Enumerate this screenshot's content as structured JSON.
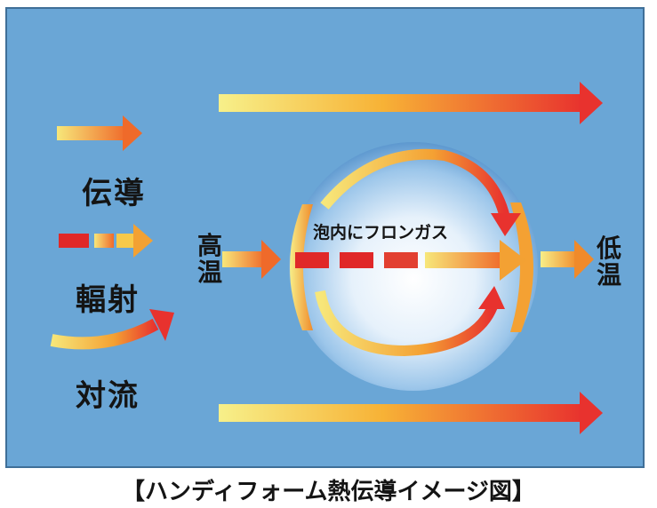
{
  "legend": {
    "conduction": "伝導",
    "radiation": "輻射",
    "convection": "対流"
  },
  "labels": {
    "high_temp": "高温",
    "low_temp": "低温",
    "bubble_text": "泡内にフロンガス"
  },
  "caption": "【ハンディフォーム熱伝導イメージ図】",
  "colors": {
    "background": "#6aa6d6",
    "arrow_start": "#f7f08a",
    "arrow_mid": "#f7a733",
    "arrow_end": "#e8322e",
    "radiation_bar": "#e02828"
  }
}
